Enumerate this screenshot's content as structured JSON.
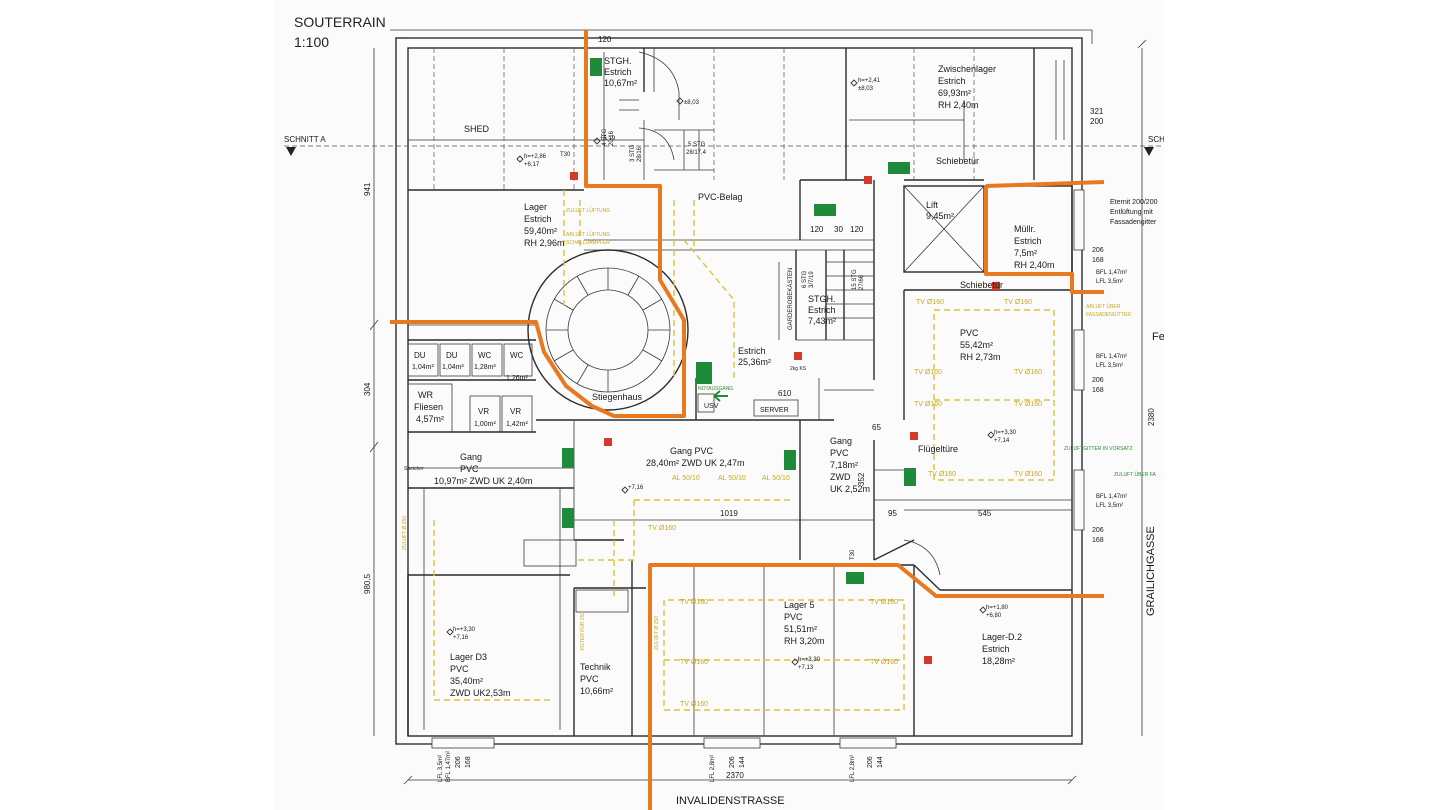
{
  "header": {
    "title": "SOUTERRAIN",
    "scale": "1:100"
  },
  "streets": {
    "bottom": "INVALIDENSTRASSE",
    "right": "GRAILICHGASSE"
  },
  "section_marks": {
    "left": "SCHNITT A",
    "right": "SCHNI"
  },
  "rooms": [
    {
      "name": "STGH.",
      "l2": "Estrich",
      "l3": "10,67m²"
    },
    {
      "name": "Zwischenlager",
      "l2": "Estrich",
      "l3": "69,93m²",
      "l4": "RH 2,40m"
    },
    {
      "name": "SHED"
    },
    {
      "name": "Lager",
      "l2": "Estrich",
      "l3": "59,40m²",
      "l4": "RH 2,96m"
    },
    {
      "name": "PVC-Belag"
    },
    {
      "name": "Lift",
      "l2": "9,45m²"
    },
    {
      "name": "Müllr.",
      "l2": "Estrich",
      "l3": "7,5m²",
      "l4": "RH 2,40m"
    },
    {
      "name": "STGH.",
      "l2": "Estrich",
      "l3": "7,43m²"
    },
    {
      "name": "Estrich",
      "l2": "25,36m²"
    },
    {
      "name": "PVC",
      "l2": "55,42m²",
      "l3": "RH 2,73m"
    },
    {
      "name": "Stiegenhaus"
    },
    {
      "name": "DU",
      "l2": "1,04m²"
    },
    {
      "name": "DU",
      "l2": "1,04m²"
    },
    {
      "name": "WC",
      "l2": "1,28m²"
    },
    {
      "name": "WC",
      "l2": "1,26m²"
    },
    {
      "name": "WR",
      "l2": "Fliesen",
      "l3": "4,57m²"
    },
    {
      "name": "VR",
      "l2": "1,00m²"
    },
    {
      "name": "VR",
      "l2": "1,42m²"
    },
    {
      "name": "Gang",
      "l2": "PVC",
      "l3": "10,97m² ZWD UK 2,40m"
    },
    {
      "name": "Gang PVC",
      "l2": "28,40m² ZWD UK 2,47m"
    },
    {
      "name": "Gang",
      "l2": "PVC",
      "l3": "7,18m²",
      "l4": "ZWD",
      "l5": "UK 2,52m"
    },
    {
      "name": "Flügeltüre"
    },
    {
      "name": "Lager D3",
      "l2": "PVC",
      "l3": "35,40m²",
      "l4": "ZWD UK2,53m"
    },
    {
      "name": "Technik",
      "l2": "PVC",
      "l3": "10,66m²"
    },
    {
      "name": "Lager 5",
      "l2": "PVC",
      "l3": "51,51m²",
      "l4": "RH 3,20m"
    },
    {
      "name": "Lager-D.2",
      "l2": "Estrich",
      "l3": "18,28m²"
    }
  ],
  "labels": {
    "schiebetuer_1": "Schiebetür",
    "schiebetuer_2": "Schiebetür",
    "server": "SERVER",
    "usv": "USV",
    "notausgang": "NOTAUSGANG",
    "garderobe": "GARDEROBEKÄSTEN",
    "eternit_1": "Eternit 200/200",
    "eternit_2": "Entlüftung mit",
    "eternit_3": "Fassadengitter",
    "speicher": "Speicher",
    "kg": "2kg KS",
    "t30_1": "T30",
    "t30_2": "T30",
    "fe": "Fe"
  },
  "stairs": {
    "stg1": "4 STG",
    "stg1b": "20/16",
    "stg2": "3 STG",
    "stg2b": "28/16",
    "stg3": "5 STG",
    "stg3b": "28/17,4",
    "stg4": "6 STG",
    "stg4b": "3/7/19",
    "stg5": "15 STG",
    "stg5b": "27/66"
  },
  "levels": {
    "l1": "±8,03",
    "l2": "h=+2,41",
    "l2b": "±8,03",
    "l3": "+6,19",
    "l4": "h=+2,86",
    "l4b": "+6,17",
    "l5": "h=+3,30",
    "l5b": "+7,14",
    "l6": "+7,16",
    "l7": "h=+3,30",
    "l7b": "+7,16",
    "l8": "h=+3,30",
    "l8b": "+7,13",
    "l9": "h=+1,80",
    "l9b": "+6,80"
  },
  "dimensions": {
    "d120_top": "120",
    "d941": "941",
    "d304": "304",
    "d980": "980,5",
    "d2380": "2380",
    "d2370": "2370",
    "d1019": "1019",
    "d610": "610",
    "d545": "545",
    "d95": "95",
    "d352": "352",
    "d65": "65",
    "d120a": "120",
    "d30": "30",
    "d120b": "120",
    "d321": "321",
    "d200": "200",
    "w206a": "206",
    "w168a": "168",
    "w206b": "206",
    "w168b": "168",
    "w206c": "206",
    "w168c": "168",
    "w206d": "206",
    "w168d": "168",
    "w206e": "206",
    "w144e": "144",
    "w206f": "206",
    "w144f": "144",
    "bfl1": "BFL 1,47m²",
    "lfl1": "LFL 3,5m²",
    "bfl2": "BFL 1,47m²",
    "lfl2": "LFL 3,5m²",
    "bfl3": "BFL 1,47m²",
    "lfl3": "LFL 3,5m²",
    "lfl_b1": "LFL 3,5m²",
    "bfl_b1": "BFL 1,47m²",
    "lfl_b2": "LFL 2,8m²",
    "lfl_b3": "LFL 2,8m²"
  },
  "ventilation": {
    "tv1": "TV Ø160",
    "tv2": "TV Ø160",
    "tv3": "TV Ø160",
    "tv4": "TV Ø160",
    "tv5": "TV Ø160",
    "tv6": "TV Ø160",
    "tv7": "TV Ø160",
    "tv8": "TV Ø160",
    "tv9": "TV Ø160",
    "tv10": "TV Ø160",
    "tv11": "TV Ø160",
    "tv12": "TV Ø160",
    "tv13": "TV Ø160",
    "tv14": "TV Ø160",
    "al1": "AL 50/10",
    "al2": "AL 50/10",
    "al3": "AL 50/10",
    "zuluft_250a": "ZULUFT Ø 250",
    "zuluft_250b": "ZULUFT Ø 250",
    "filter": "FILTER FÜR 250",
    "zuluftgitter": "ZULUFTGITTER IN VORSATZ",
    "zuluft_fa": "ZULUFT ÜBER FA",
    "abluft_ueber": "ABLUFT ÜBER",
    "fassade": "FASSADENGITTER",
    "zuluft_lueft": "ZULUFT LÜFTUNG",
    "abluft_lueft": "ABLUFT LÜFTUNG",
    "schalld": "SCHALLDÄMPFER"
  },
  "colors": {
    "fire_route": "#e8791f",
    "ventilation": "#e0c23a",
    "exit_sign": "#1f8a3a",
    "extinguisher": "#d23a2a"
  }
}
